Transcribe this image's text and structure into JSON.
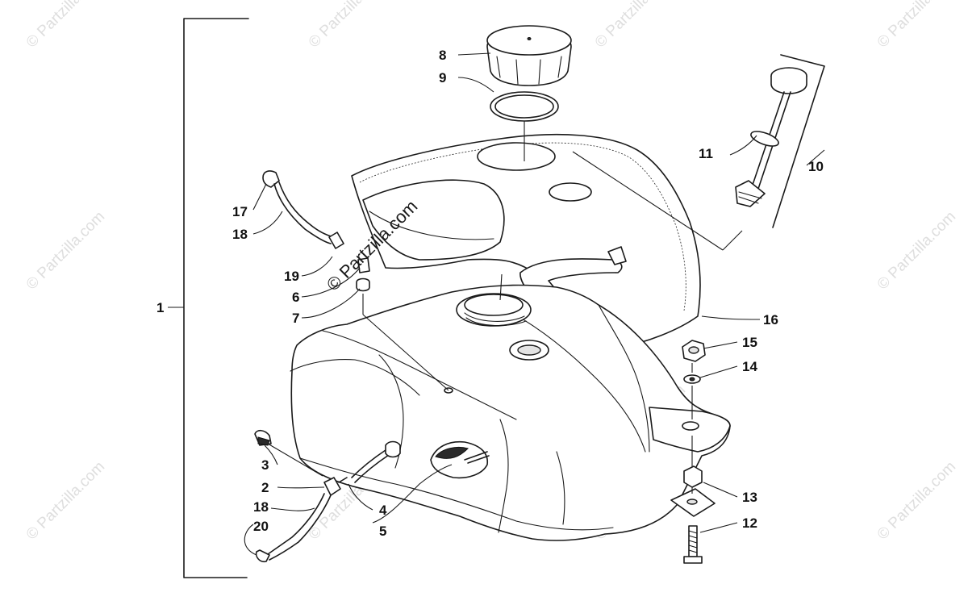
{
  "diagram": {
    "watermark_text": "© Partzilla.com",
    "callouts": [
      {
        "id": "c1",
        "label": "1"
      },
      {
        "id": "c2",
        "label": "2"
      },
      {
        "id": "c3",
        "label": "3"
      },
      {
        "id": "c4",
        "label": "4"
      },
      {
        "id": "c5",
        "label": "5"
      },
      {
        "id": "c6",
        "label": "6"
      },
      {
        "id": "c7",
        "label": "7"
      },
      {
        "id": "c8",
        "label": "8"
      },
      {
        "id": "c9",
        "label": "9"
      },
      {
        "id": "c10",
        "label": "10"
      },
      {
        "id": "c11",
        "label": "11"
      },
      {
        "id": "c12",
        "label": "12"
      },
      {
        "id": "c13",
        "label": "13"
      },
      {
        "id": "c14",
        "label": "14"
      },
      {
        "id": "c15",
        "label": "15"
      },
      {
        "id": "c16",
        "label": "16"
      },
      {
        "id": "c17",
        "label": "17"
      },
      {
        "id": "c18a",
        "label": "18"
      },
      {
        "id": "c19",
        "label": "19"
      },
      {
        "id": "c6b",
        "label": "6"
      },
      {
        "id": "c18b",
        "label": "18"
      },
      {
        "id": "c20",
        "label": "20"
      }
    ]
  }
}
